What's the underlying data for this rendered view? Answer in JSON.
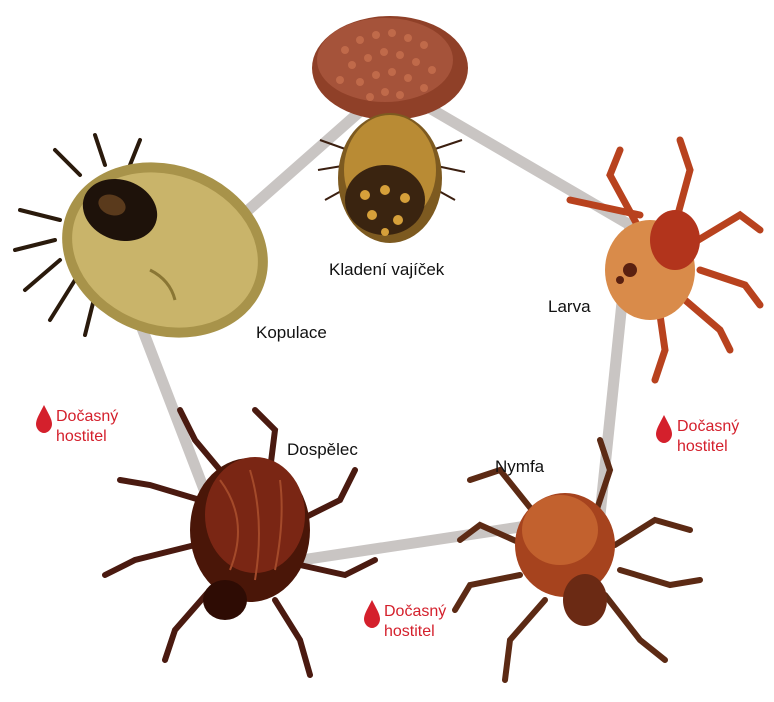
{
  "stages": {
    "egg_laying": "Kladení vajíček",
    "larva": "Larva",
    "nymph": "Nymfa",
    "adult": "Dospělec",
    "copulation": "Kopulace"
  },
  "host_labels": {
    "left": {
      "line1": "Dočasný",
      "line2": "hostitel"
    },
    "right": {
      "line1": "Dočasný",
      "line2": "hostitel"
    },
    "bottom": {
      "line1": "Dočasný",
      "line2": "hostitel"
    }
  },
  "colors": {
    "cycle_line": "#c9c5c3",
    "host_red": "#d4202c",
    "egg_mass": "#9a4a2e",
    "engorged_body": "#c9b46a",
    "tick_red": "#b8421e",
    "tick_dark": "#4a1a10"
  },
  "icons": {
    "host": "blood-drop-icon",
    "stage_image": "tick-illustration"
  }
}
